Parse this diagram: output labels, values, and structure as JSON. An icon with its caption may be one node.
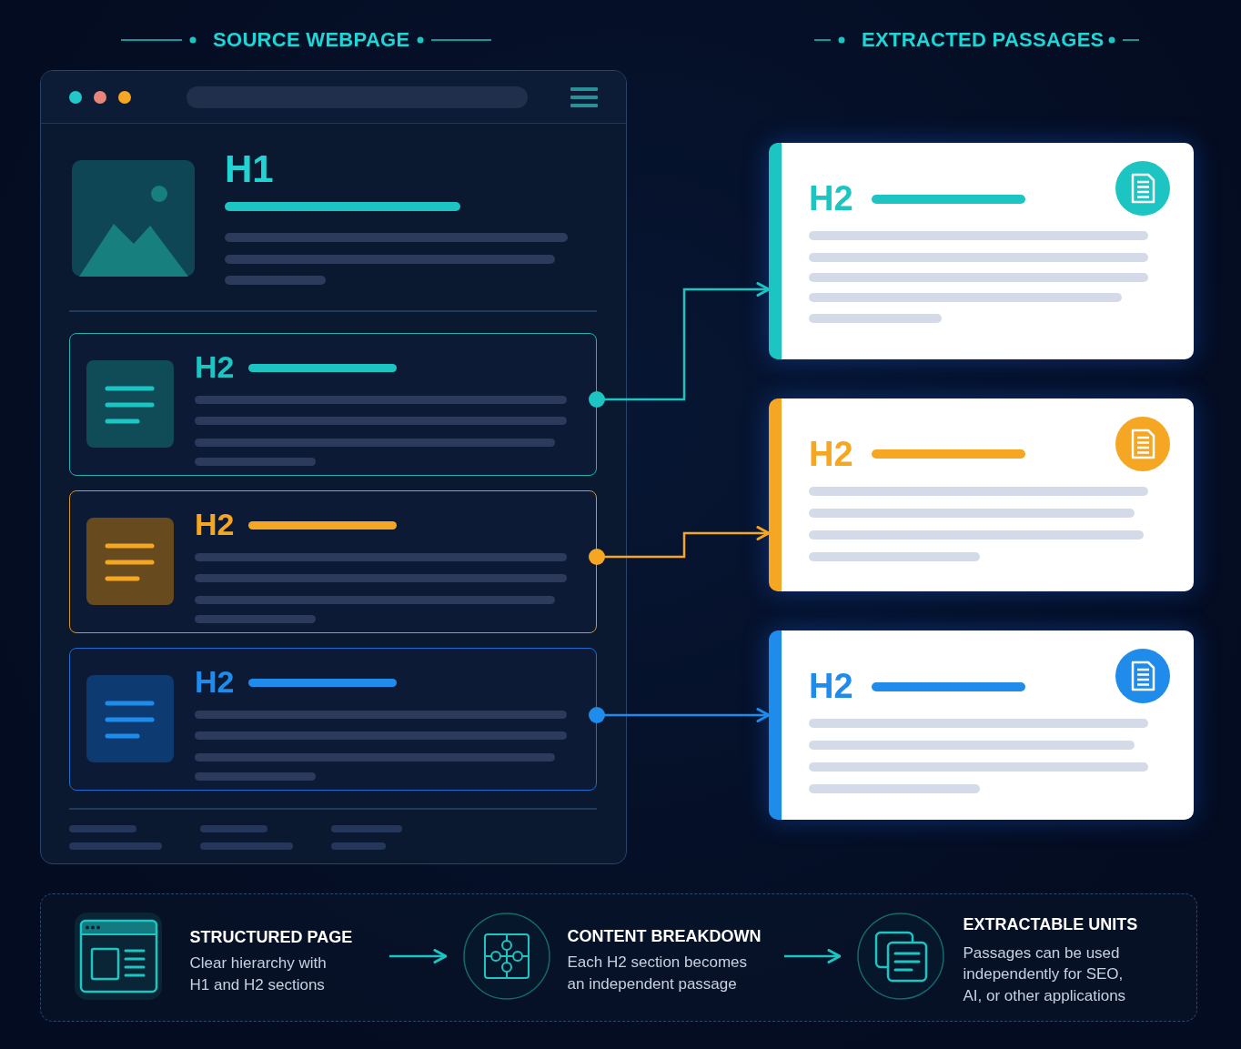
{
  "diagram": {
    "nodes": [
      {
        "text": [
          "H1"
        ]
      },
      {
        "text": [
          "H2"
        ],
        "in": 0
      },
      {
        "text": [
          "H2"
        ],
        "in": 0
      },
      {
        "text": [
          "H2"
        ],
        "in": 0
      },
      {
        "text": [
          "H2"
        ]
      },
      {
        "text": [
          "H2"
        ]
      },
      {
        "text": [
          "H2"
        ]
      },
      {
        "text": [],
        "shape": "box"
      },
      {
        "text": [
          "STRUCTURED PAGE",
          "Clear hierarchy with H1 and H2 sections"
        ],
        "in": 7
      },
      {
        "text": [
          "CONTENT BREAKDOWN",
          "Each H2 section becomes an independent passage"
        ],
        "in": 7
      },
      {
        "text": [
          "EXTRACTABLE UNITS",
          "Passages can be used independently for SEO, AI, or other applications"
        ],
        "in": 7
      }
    ],
    "edges": [
      {
        "from": 1,
        "to": 4,
        "arrow": "to"
      },
      {
        "from": 2,
        "to": 5,
        "arrow": "to",
        "color": "#f5a623"
      },
      {
        "from": 3,
        "to": 6,
        "arrow": "to",
        "color": "#1f8ceb"
      },
      {
        "from": 8,
        "to": 9,
        "arrow": "to"
      },
      {
        "from": 9,
        "to": 10,
        "arrow": "to"
      }
    ],
    "labels": [
      "SOURCE WEBPAGE",
      "EXTRACTED PASSAGES"
    ]
  }
}
